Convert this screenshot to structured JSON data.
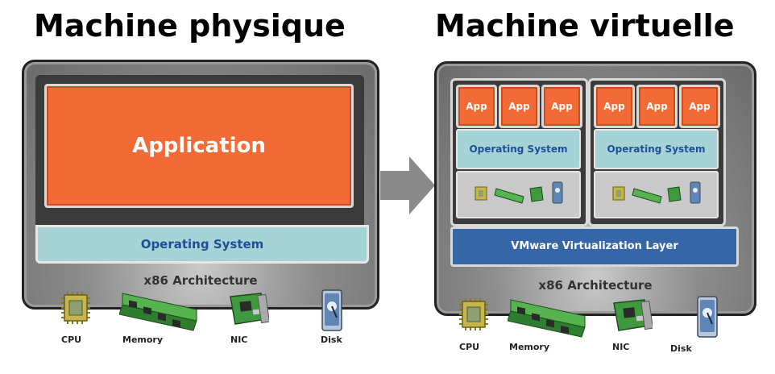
{
  "left": {
    "title": "Machine physique",
    "app_label": "Application",
    "os_label": "Operating System",
    "arch_label": "x86 Architecture",
    "hardware": [
      {
        "name": "cpu",
        "label": "CPU"
      },
      {
        "name": "memory",
        "label": "Memory"
      },
      {
        "name": "nic",
        "label": "NIC"
      },
      {
        "name": "disk",
        "label": "Disk"
      }
    ]
  },
  "right": {
    "title": "Machine virtuelle",
    "vm_left": {
      "apps": [
        "App",
        "App",
        "App"
      ],
      "os_label": "Operating System"
    },
    "vm_right": {
      "apps": [
        "App",
        "App",
        "App"
      ],
      "os_label": "Operating System"
    },
    "virtualization_label": "VMware Virtualization Layer",
    "arch_label": "x86 Architecture",
    "hardware": [
      {
        "name": "cpu",
        "label": "CPU"
      },
      {
        "name": "memory",
        "label": "Memory"
      },
      {
        "name": "nic",
        "label": "NIC"
      },
      {
        "name": "disk",
        "label": "Disk"
      }
    ]
  },
  "colors": {
    "app_orange": "#f26a35",
    "os_teal": "#a6d3d6",
    "os_text_blue": "#1f4e9a",
    "virt_layer_blue": "#3566a8",
    "machine_gray": "#8d8d8d",
    "arrow_gray": "#8a8a8a"
  },
  "icons": [
    "cpu-chip-icon",
    "memory-module-icon",
    "network-card-icon",
    "disk-drive-icon",
    "right-arrow-icon"
  ]
}
